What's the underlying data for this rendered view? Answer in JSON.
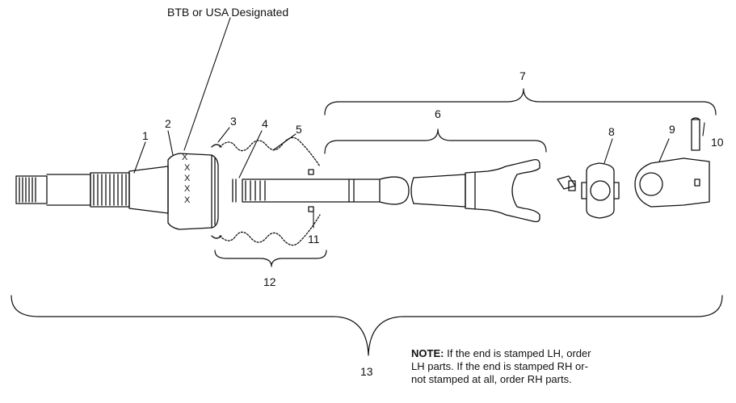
{
  "diagram": {
    "designation_label": "BTB or USA Designated",
    "callouts": [
      "1",
      "2",
      "3",
      "4",
      "5",
      "6",
      "7",
      "8",
      "9",
      "10",
      "11",
      "12",
      "13"
    ],
    "stamp_marks": [
      "X",
      "X",
      "X",
      "X",
      "X"
    ]
  },
  "note": {
    "heading": "NOTE:",
    "line1": "If the end is stamped LH, order",
    "line2": "LH parts.  If the end is stamped RH or-",
    "line3": "not stamped at all, order RH parts."
  }
}
